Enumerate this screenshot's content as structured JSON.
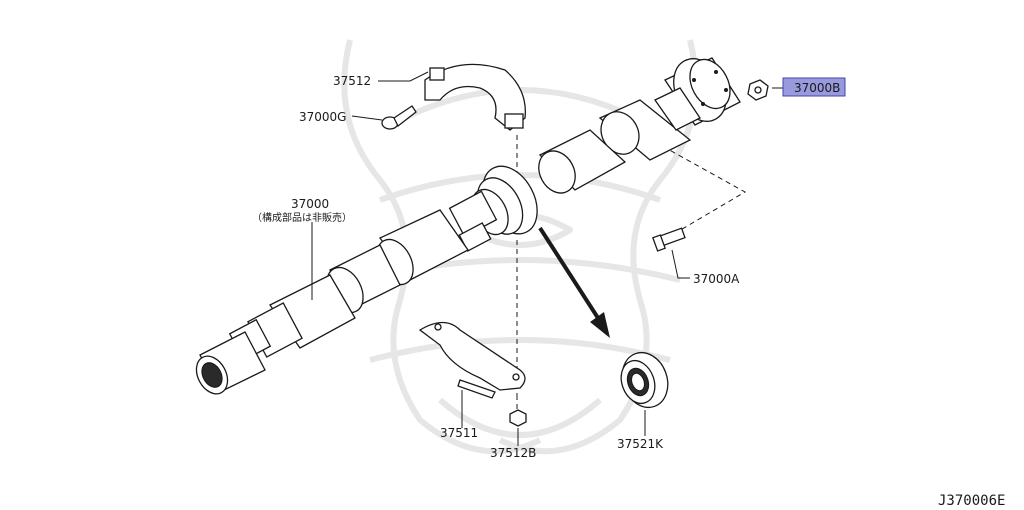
{
  "callouts": {
    "p37512": "37512",
    "p37000G": "37000G",
    "p37000": "37000",
    "p37000_note": "（構成部品は非販売）",
    "p37000B": "37000B",
    "p37000A": "37000A",
    "p37511": "37511",
    "p37512B": "37512B",
    "p37521K": "37521K"
  },
  "highlight_color": "#9999dd",
  "diagram_code": "J370006E"
}
